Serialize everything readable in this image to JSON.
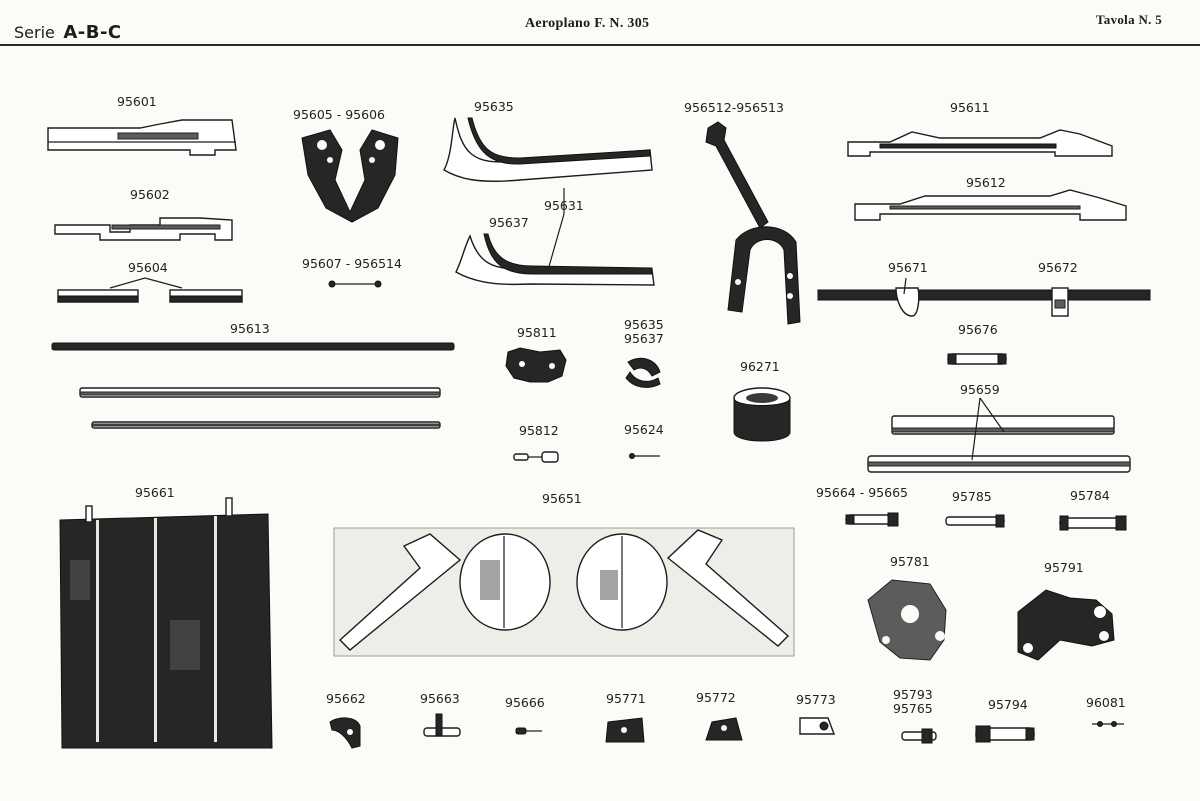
{
  "header": {
    "series_label": "Serie",
    "series_code": "A-B-C",
    "title": "Aeroplano F. N. 305",
    "plate": "Tavola N. 5"
  },
  "parts": [
    {
      "id": "95601",
      "label": "95601"
    },
    {
      "id": "95605-95606",
      "label": "95605 - 95606"
    },
    {
      "id": "95635-top",
      "label": "95635"
    },
    {
      "id": "956512-956513",
      "label": "956512-956513"
    },
    {
      "id": "95611",
      "label": "95611"
    },
    {
      "id": "95602",
      "label": "95602"
    },
    {
      "id": "95631",
      "label": "95631"
    },
    {
      "id": "95637-top",
      "label": "95637"
    },
    {
      "id": "95612",
      "label": "95612"
    },
    {
      "id": "95604",
      "label": "95604"
    },
    {
      "id": "95607-956514",
      "label": "95607 - 956514"
    },
    {
      "id": "95671",
      "label": "95671"
    },
    {
      "id": "95672",
      "label": "95672"
    },
    {
      "id": "95613",
      "label": "95613"
    },
    {
      "id": "95811",
      "label": "95811"
    },
    {
      "id": "95635-small",
      "label": "95635"
    },
    {
      "id": "95637-small",
      "label": "95637"
    },
    {
      "id": "95676",
      "label": "95676"
    },
    {
      "id": "96271",
      "label": "96271"
    },
    {
      "id": "95659",
      "label": "95659"
    },
    {
      "id": "95812",
      "label": "95812"
    },
    {
      "id": "95624",
      "label": "95624"
    },
    {
      "id": "95661",
      "label": "95661"
    },
    {
      "id": "95651",
      "label": "95651"
    },
    {
      "id": "95664-95665",
      "label": "95664 - 95665"
    },
    {
      "id": "95785",
      "label": "95785"
    },
    {
      "id": "95784",
      "label": "95784"
    },
    {
      "id": "95781",
      "label": "95781"
    },
    {
      "id": "95791",
      "label": "95791"
    },
    {
      "id": "95662",
      "label": "95662"
    },
    {
      "id": "95663",
      "label": "95663"
    },
    {
      "id": "95666",
      "label": "95666"
    },
    {
      "id": "95771",
      "label": "95771"
    },
    {
      "id": "95772",
      "label": "95772"
    },
    {
      "id": "95773",
      "label": "95773"
    },
    {
      "id": "95793",
      "label": "95793"
    },
    {
      "id": "95765",
      "label": "95765"
    },
    {
      "id": "95794",
      "label": "95794"
    },
    {
      "id": "96081",
      "label": "96081"
    }
  ]
}
